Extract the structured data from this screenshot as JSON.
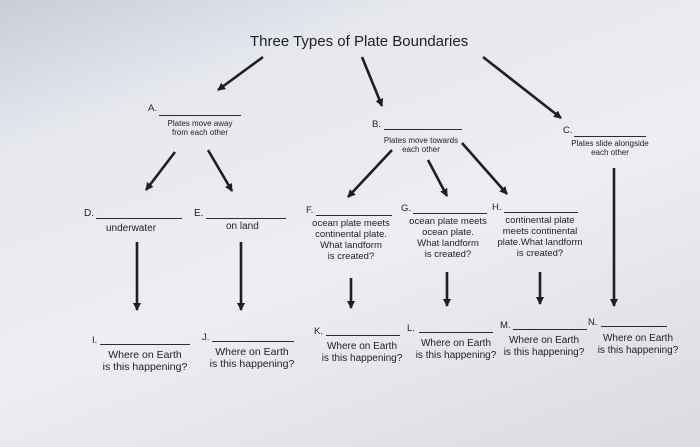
{
  "title": "Three Types of Plate Boundaries",
  "nodes": {
    "A": {
      "letter": "A.",
      "text_line1": "Plates move away",
      "text_line2": "from each other"
    },
    "B": {
      "letter": "B.",
      "text_line1": "Plates move towards",
      "text_line2": "each other"
    },
    "C": {
      "letter": "C.",
      "text_line1": "Plates slide alongside",
      "text_line2": "each other"
    },
    "D": {
      "letter": "D.",
      "text": "underwater"
    },
    "E": {
      "letter": "E.",
      "text": "on land"
    },
    "F": {
      "letter": "F.",
      "lines": [
        "ocean plate meets",
        "continental plate.",
        "What landform",
        "is created?"
      ]
    },
    "G": {
      "letter": "G.",
      "lines": [
        "ocean plate meets",
        "ocean plate.",
        "What landform",
        "is created?"
      ]
    },
    "H": {
      "letter": "H.",
      "lines": [
        "continental plate",
        "meets continental",
        "plate.What landform",
        "is created?"
      ]
    },
    "I": {
      "letter": "I.",
      "line1": "Where on Earth",
      "line2": "is this happening?"
    },
    "J": {
      "letter": "J.",
      "line1": "Where on Earth",
      "line2": "is this happening?"
    },
    "K": {
      "letter": "K.",
      "line1": "Where on Earth",
      "line2": "is this happening?"
    },
    "L": {
      "letter": "L.",
      "line1": "Where on Earth",
      "line2": "is this happening?"
    },
    "M": {
      "letter": "M.",
      "line1": "Where on Earth",
      "line2": "is this happening?"
    },
    "N": {
      "letter": "N.",
      "line1": "Where on Earth",
      "line2": "is this happening?"
    }
  },
  "colors": {
    "ink": "#1d1f26",
    "paper": "#eceef2"
  }
}
